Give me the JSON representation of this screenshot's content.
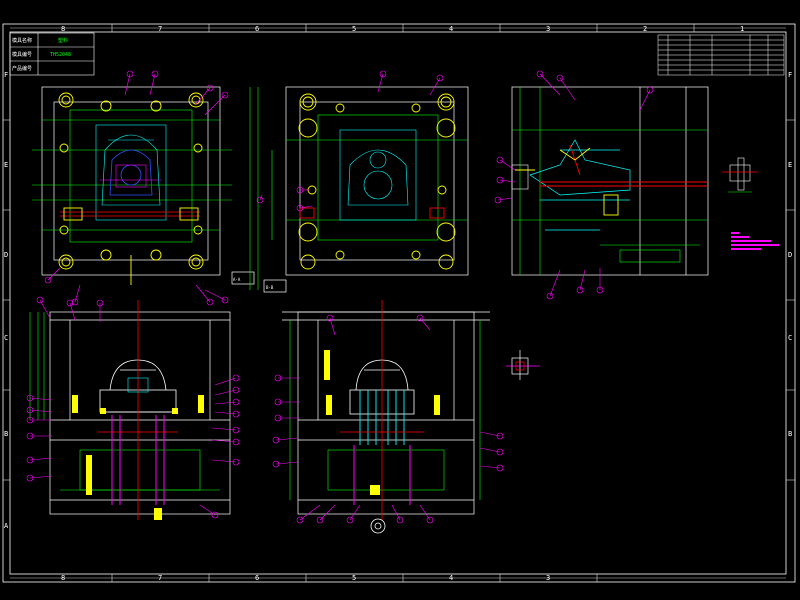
{
  "drawing": {
    "columns_top": [
      "8",
      "7",
      "6",
      "5",
      "4",
      "3",
      "2",
      "1"
    ],
    "columns_bottom": [
      "8",
      "7",
      "6",
      "5",
      "4",
      "3"
    ],
    "rows": [
      "F",
      "E",
      "D",
      "C",
      "B",
      "A"
    ],
    "title_block": {
      "row1_label": "模具名称",
      "row1_value": "塑料",
      "row2_label": "模具编号",
      "row2_value": "TH52048",
      "row3_label": "产品编号"
    },
    "view_labels": [
      "A-A",
      "B-B"
    ]
  },
  "colors": {
    "background": "#000000",
    "frame": "#ffffff",
    "green": "#00ff00",
    "cyan": "#00ffff",
    "yellow": "#ffff00",
    "magenta": "#ff00ff",
    "red": "#ff0000",
    "blue": "#3050ff"
  }
}
